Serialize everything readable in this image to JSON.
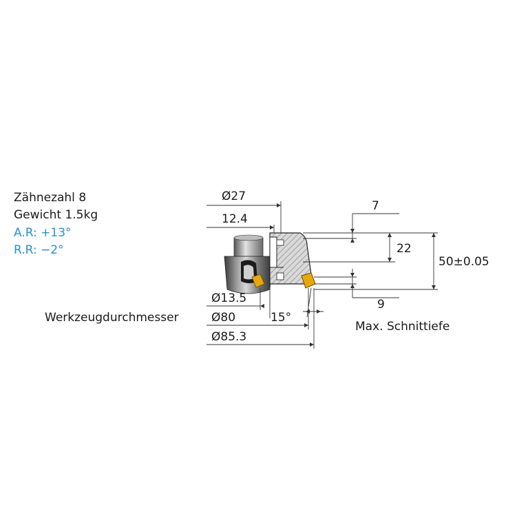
{
  "info": {
    "teeth": "Zähnezahl 8",
    "weight": "Gewicht 1.5kg",
    "axial_rake": "A.R: +13°",
    "radial_rake": "R.R: −2°"
  },
  "dimensions": {
    "bore_diameter": "Ø27",
    "bore_depth": "12.4",
    "small_diameter": "Ø13.5",
    "tool_diameter_label": "Werkzeugdurchmesser",
    "tool_diameter": "Ø80",
    "outer_diameter": "Ø85.3",
    "angle": "15°",
    "dim_7": "7",
    "dim_22": "22",
    "height": "50±0.05",
    "dim_9": "9",
    "max_cut_depth": "Max. Schnittiefe"
  },
  "colors": {
    "accent_blue": "#2a8fc9",
    "insert_gold": "#e8a80c",
    "hatch": "#8a8a8a",
    "dim_line": "#333333"
  }
}
